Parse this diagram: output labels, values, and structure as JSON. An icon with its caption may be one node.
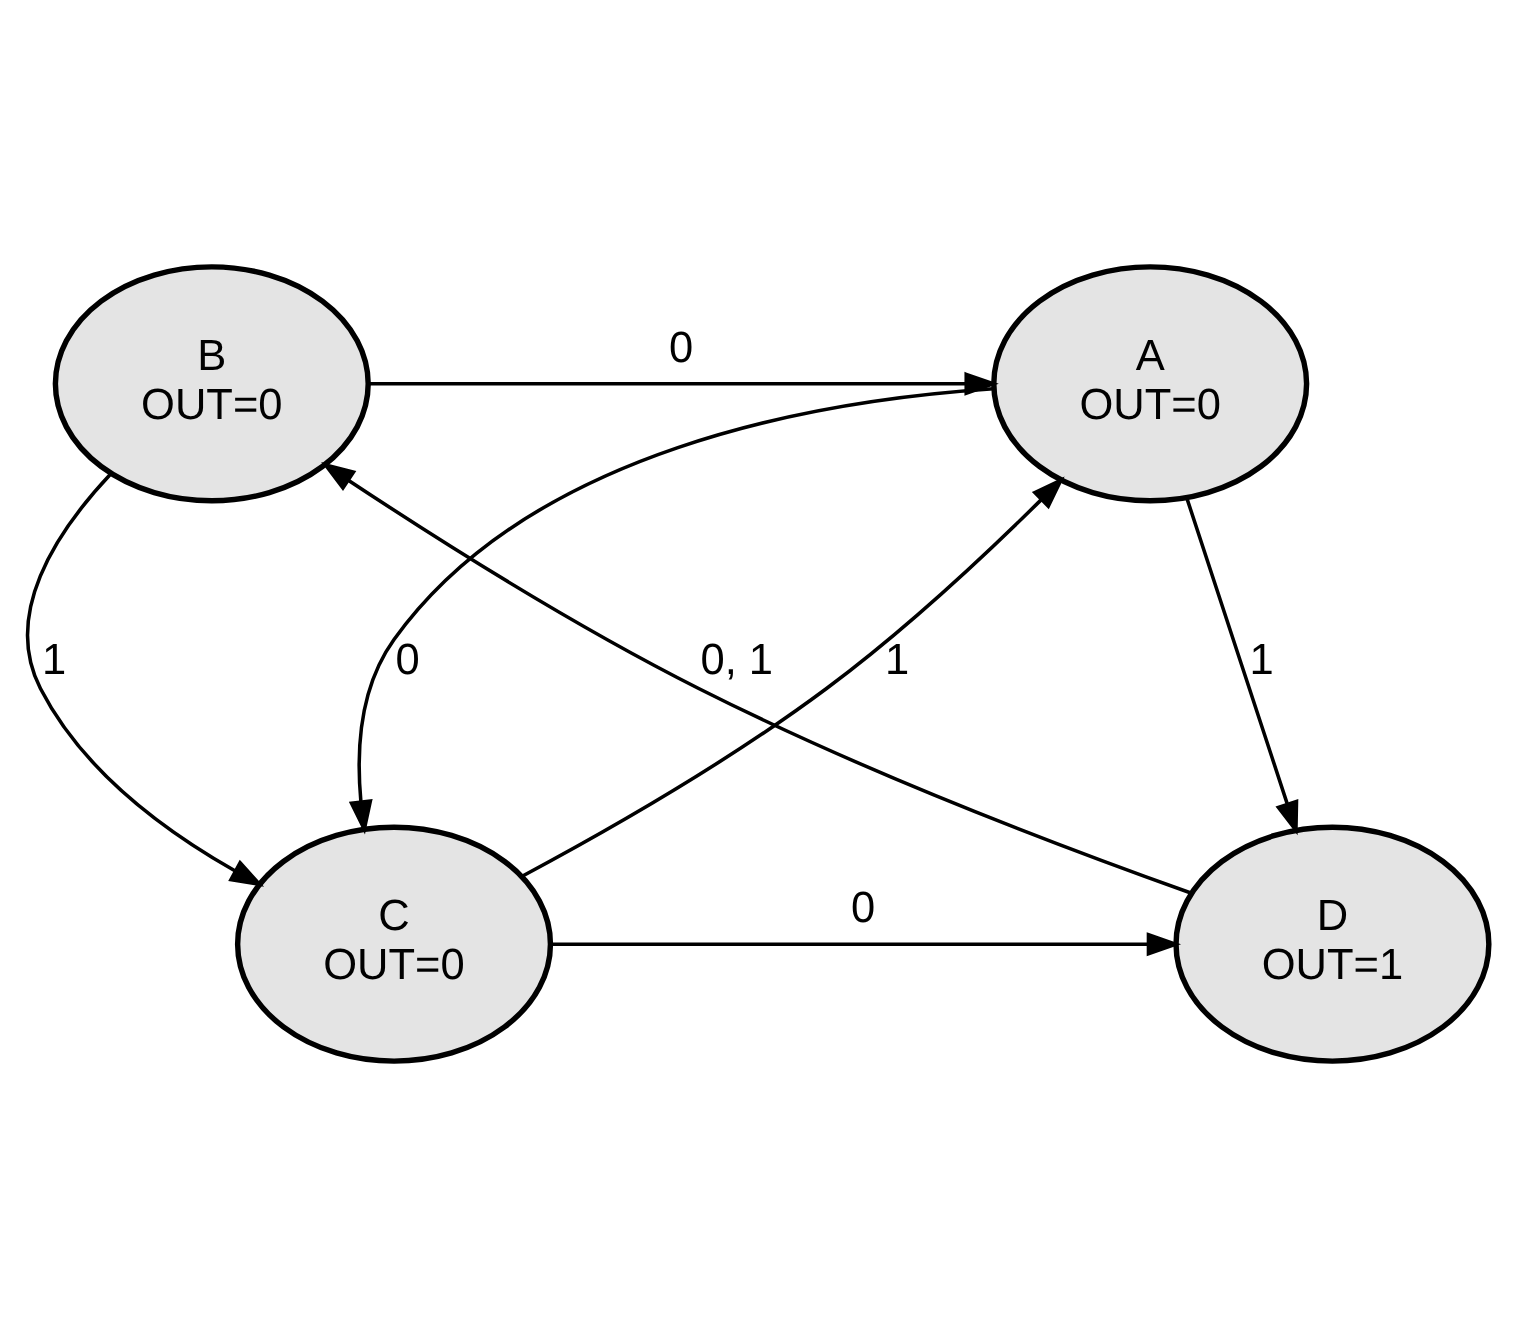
{
  "diagram": {
    "nodes": [
      {
        "text": [
          "A",
          "OUT=0"
        ]
      },
      {
        "text": [
          "B",
          "OUT=0"
        ]
      },
      {
        "text": [
          "C",
          "OUT=0"
        ]
      },
      {
        "text": [
          "D",
          "OUT=1"
        ]
      }
    ],
    "edges": [
      {
        "from": 1,
        "to": 0,
        "arrow": "to",
        "label": "0"
      },
      {
        "from": 0,
        "to": 2,
        "arrow": "to",
        "label": "0"
      },
      {
        "from": 2,
        "to": 0,
        "arrow": "to",
        "label": "1"
      },
      {
        "from": 0,
        "to": 3,
        "arrow": "to",
        "label": "1"
      },
      {
        "from": 1,
        "to": 2,
        "arrow": "to",
        "label": "1"
      },
      {
        "from": 2,
        "to": 3,
        "arrow": "to",
        "label": "0"
      },
      {
        "from": 3,
        "to": 1,
        "arrow": "to",
        "label": "0, 1"
      }
    ]
  }
}
